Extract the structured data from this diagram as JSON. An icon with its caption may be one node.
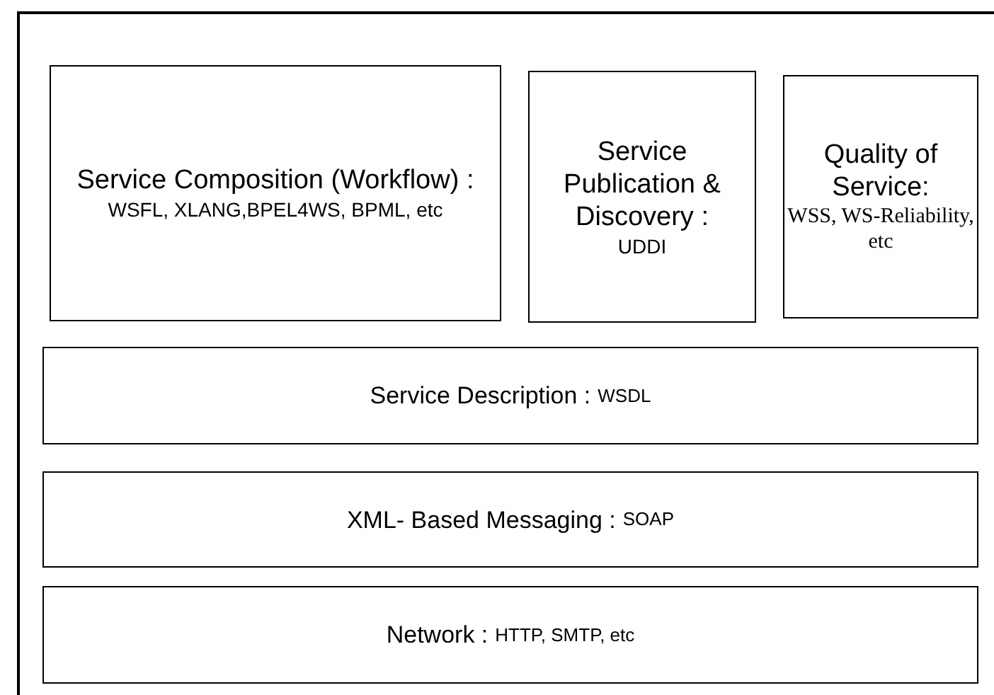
{
  "diagram": {
    "nodes": [
      {
        "text": [
          "Service Composition (Workflow) :",
          "WSFL, XLANG,BPEL4WS, BPML, etc"
        ]
      },
      {
        "text": [
          "Service Publication & Discovery :",
          "UDDI"
        ]
      },
      {
        "text": [
          "Quality of Service:",
          "WSS, WS-Reliability, etc"
        ]
      },
      {
        "text": [
          "Service Description :",
          "WSDL"
        ]
      },
      {
        "text": [
          "XML- Based Messaging :",
          "SOAP"
        ]
      },
      {
        "text": [
          "Network :",
          "HTTP, SMTP, etc"
        ]
      }
    ]
  }
}
